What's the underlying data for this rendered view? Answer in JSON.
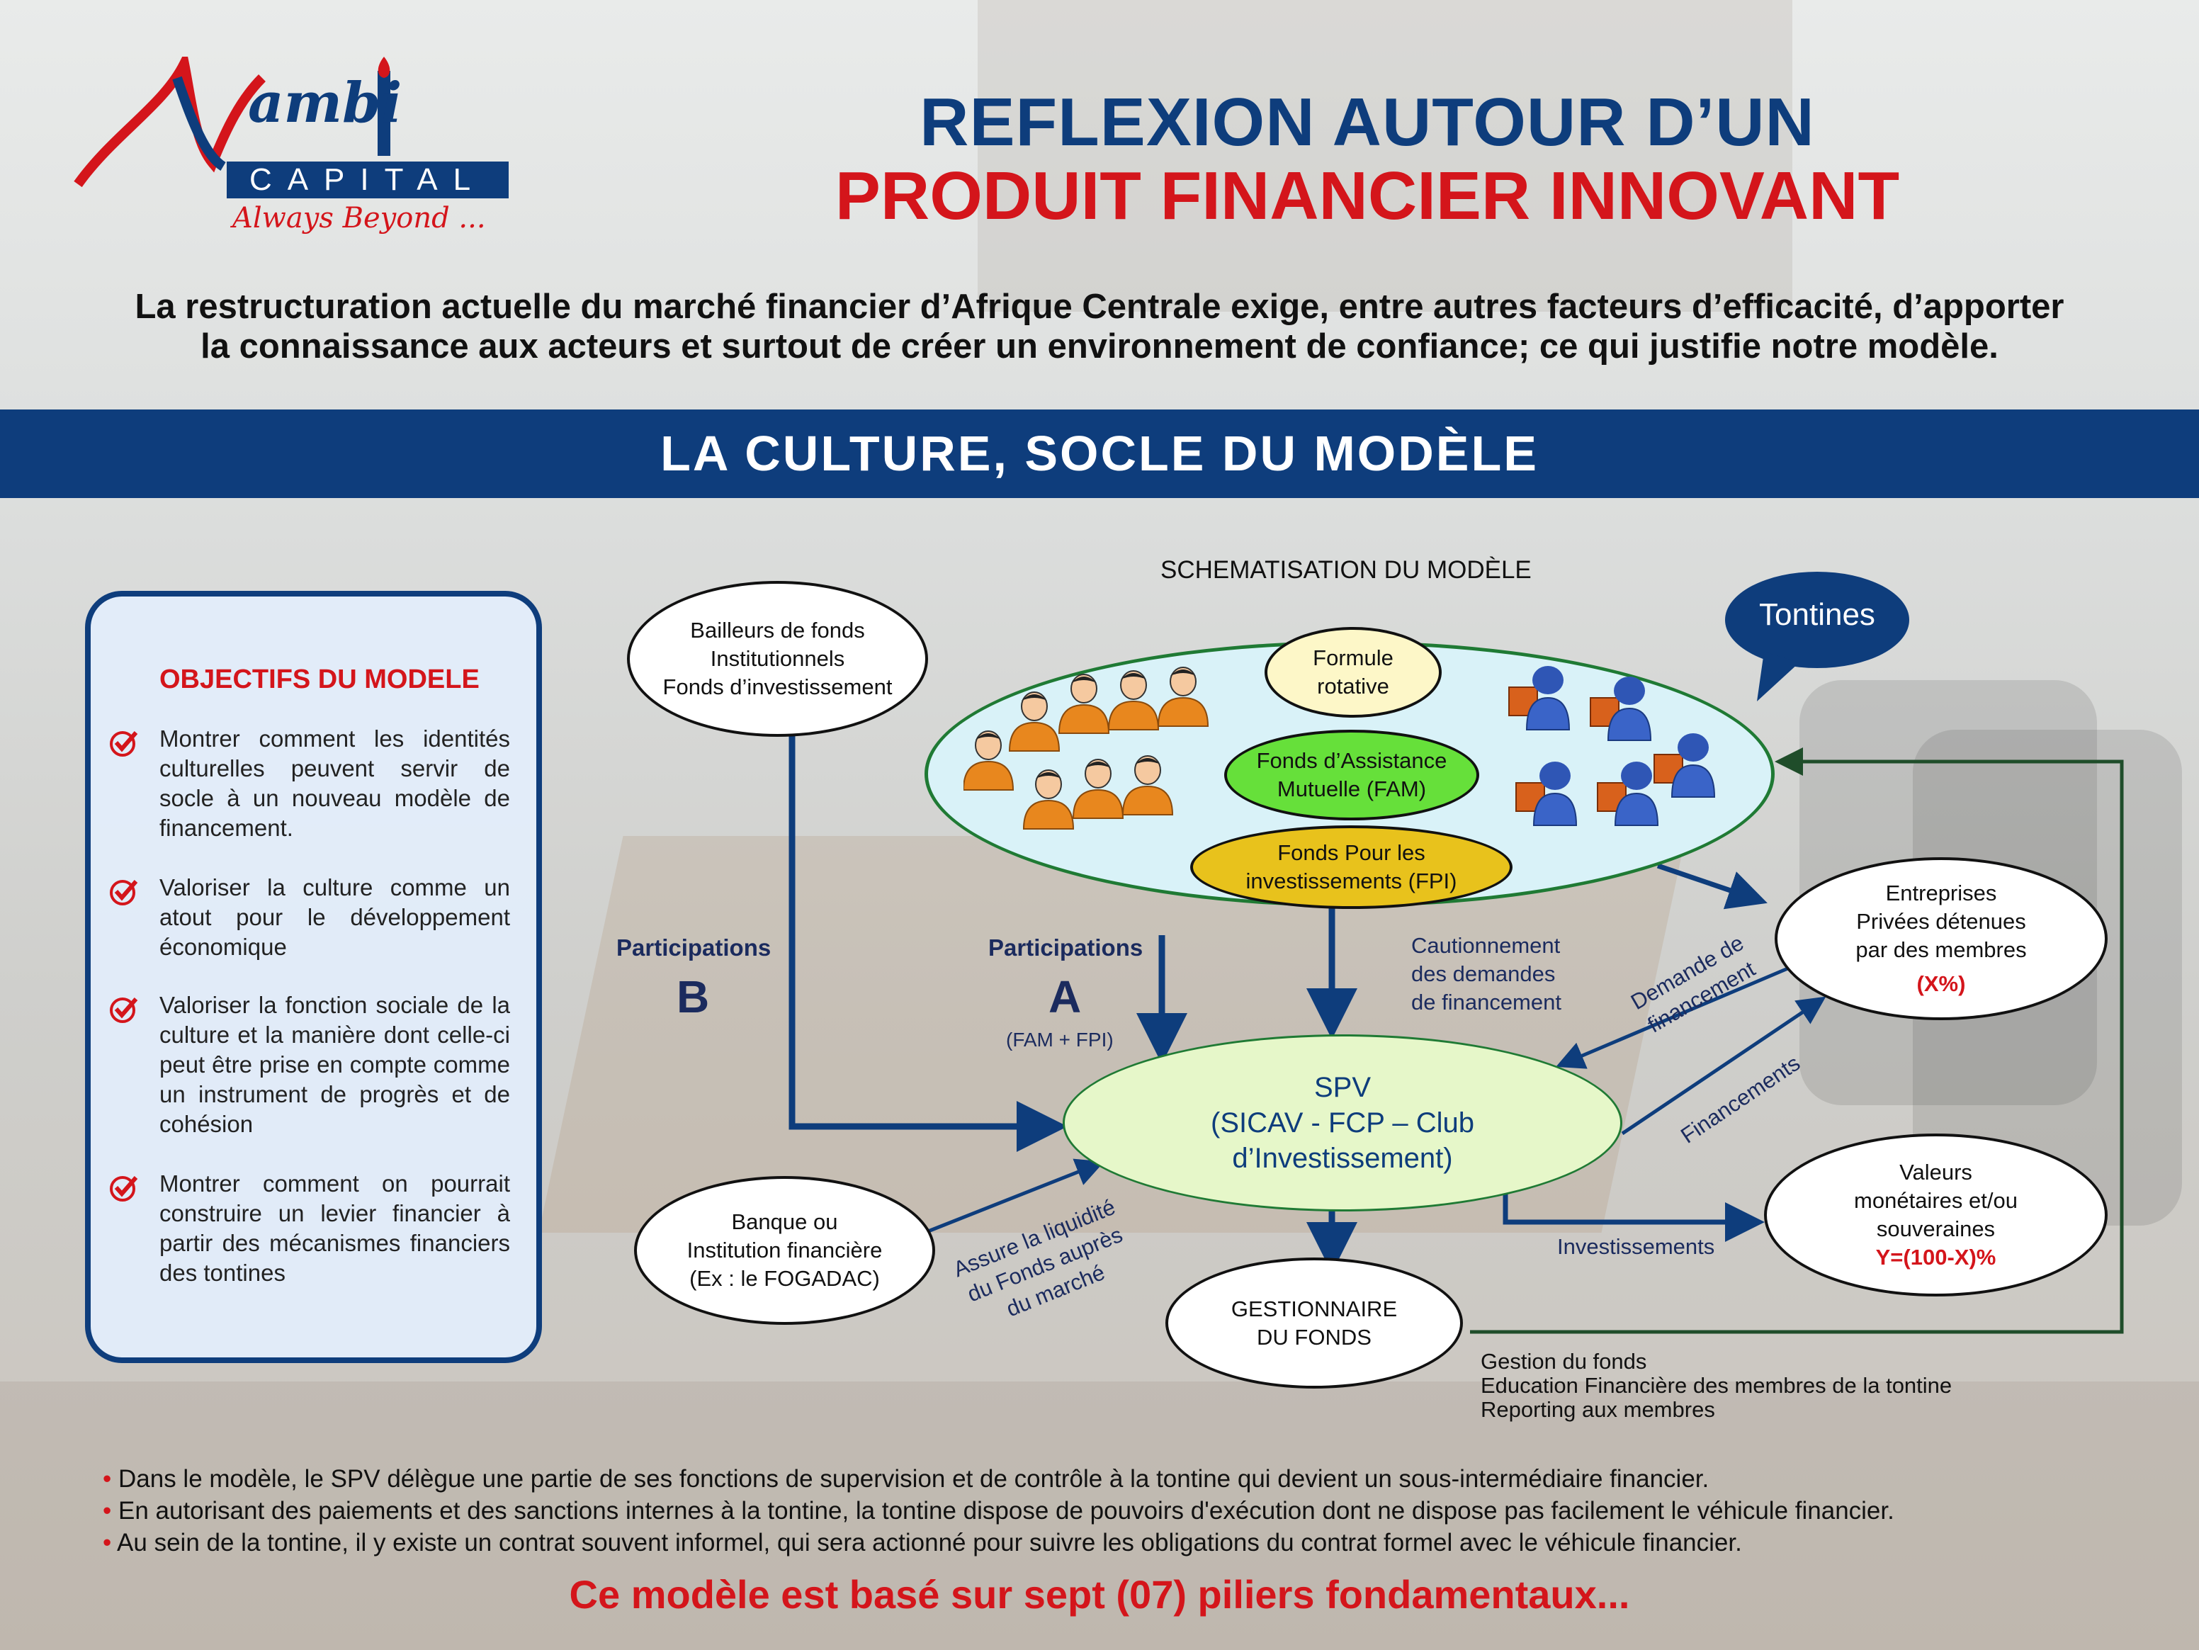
{
  "brand": {
    "name_letters": "ambi",
    "initial": "N",
    "sub": "CAPITAL",
    "slogan": "Always Beyond ..."
  },
  "header": {
    "title_line1": "REFLEXION AUTOUR D’UN",
    "title_line2": "PRODUIT FINANCIER INNOVANT",
    "intro_line1": "La restructuration actuelle du marché financier d’Afrique Centrale exige, entre autres facteurs d’efficacité, d’apporter",
    "intro_line2": "la connaissance aux acteurs et surtout de créer un environnement de confiance; ce qui justifie notre modèle."
  },
  "band": {
    "title": "LA CULTURE, SOCLE DU MODÈLE"
  },
  "objectives": {
    "title": "OBJECTIFS DU MODELE",
    "items": [
      "Montrer comment les identités culturelles peuvent servir de socle à un nouveau modèle de financement.",
      "Valoriser la culture comme un atout pour le développement économique",
      "Valoriser la fonction sociale de la culture et la manière dont celle-ci peut être prise en compte comme un instrument de progrès et de cohésion",
      "Montrer comment on pourrait construire un levier financier à partir des mécanismes financiers des tontines"
    ]
  },
  "diagram": {
    "title": "SCHEMATISATION DU MODÈLE",
    "tontines": "Tontines",
    "bailleurs": [
      "Bailleurs de fonds",
      "Institutionnels",
      "Fonds d’investissement"
    ],
    "formule": [
      "Formule",
      "rotative"
    ],
    "fam": [
      "Fonds d’Assistance",
      "Mutuelle (FAM)"
    ],
    "fpi": [
      "Fonds Pour les",
      "investissements (FPI)"
    ],
    "spv": [
      "SPV",
      "(SICAV  - FCP – Club",
      "d’Investissement)"
    ],
    "entreprises": [
      "Entreprises",
      "Privées détenues",
      "par des membres",
      "(X%)"
    ],
    "valeurs": [
      "Valeurs",
      "monétaires et/ou",
      "souveraines",
      "Y=(100-X)%"
    ],
    "banque": [
      "Banque ou",
      "Institution financière",
      "(Ex : le FOGADAC)"
    ],
    "gestionnaire": [
      "GESTIONNAIRE",
      "DU FONDS"
    ],
    "participations_b": {
      "label": "Participations",
      "letter": "B"
    },
    "participations_a": {
      "label": "Participations",
      "letter": "A",
      "note": "(FAM + FPI)"
    },
    "cautionnement": [
      "Cautionnement",
      "des demandes",
      "de financement"
    ],
    "demande": [
      "Demande de",
      "financement"
    ],
    "financements": "Financements",
    "investissements": "Investissements",
    "assure": [
      "Assure la liquidité",
      "du Fonds auprès",
      "du marché"
    ],
    "gestion": [
      "Gestion du fonds",
      "Education Financière des membres de la tontine",
      "Reporting aux membres"
    ],
    "colors": {
      "navy": "#0e3d7c",
      "red": "#d4151b",
      "ellipse_fill": "#d9f2f8",
      "ellipse_border": "#1f7a34",
      "spv_fill": "#e6f7c9",
      "fam_fill": "#66e03a",
      "fpi_fill": "#e8c21c",
      "formule_fill": "#fdf7c8"
    },
    "icons": {
      "people": "person-orange-icon",
      "workers": "worker-blue-icon"
    }
  },
  "bullets": [
    "Dans le modèle, le SPV délègue une partie de ses fonctions de supervision et de contrôle à la tontine qui devient un sous-intermédiaire financier.",
    "En autorisant des paiements et des sanctions internes à la tontine, la tontine dispose de pouvoirs d'exécution dont ne dispose pas facilement le véhicule financier.",
    "Au sein de la tontine, il y existe un contrat souvent informel, qui sera actionné pour suivre les obligations du contrat formel avec le véhicule financier."
  ],
  "final": "Ce modèle est basé sur sept (07) piliers fondamentaux..."
}
